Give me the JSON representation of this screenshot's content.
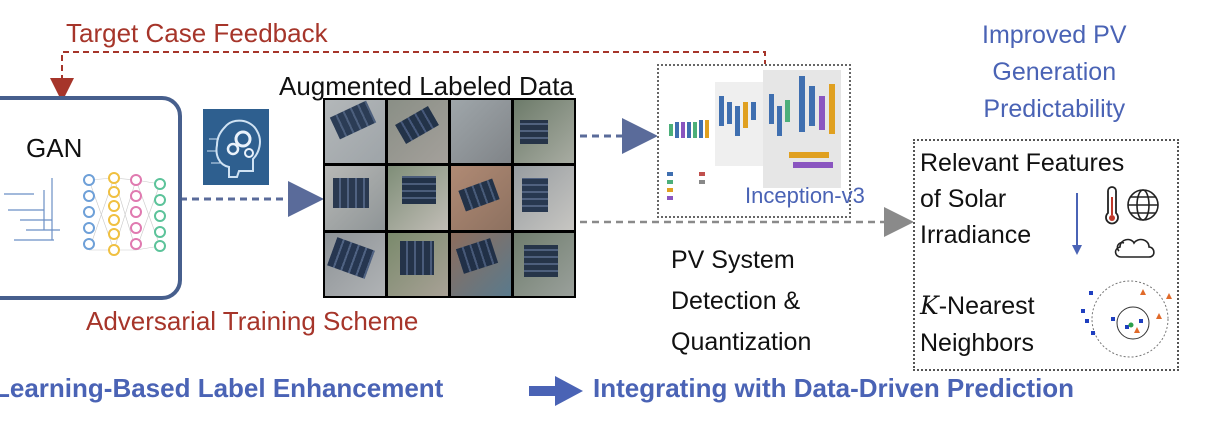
{
  "feedback": {
    "label": "Target Case Feedback"
  },
  "gan": {
    "label": "GAN"
  },
  "augmented": {
    "title": "Augmented Labeled Data"
  },
  "inception": {
    "label": "Inception-v3"
  },
  "improved": {
    "lines": [
      "Improved PV",
      "Generation",
      "Predictability"
    ]
  },
  "features": {
    "relevant_lines": [
      "Relevant Features",
      "of Solar",
      "Irradiance"
    ],
    "knn_symbol": "K",
    "knn_line1": "-Nearest",
    "knn_line2": "Neighbors"
  },
  "pv_detect": {
    "lines": [
      "PV System",
      "Detection &",
      "Quantization"
    ]
  },
  "adversarial": {
    "label": "Adversarial Training Scheme"
  },
  "bottom": {
    "left": "Learning-Based Label Enhancement",
    "right": "Integrating with Data-Driven Prediction"
  },
  "colors": {
    "red": "#a6352a",
    "blue": "#4a63b5",
    "gan_border": "#475f8d",
    "arrow": "#5a6b9a",
    "gray_arrow": "#8a8a8a"
  },
  "icons": [
    "brain-gears-icon",
    "thermometer-icon",
    "globe-icon",
    "cloud-icon",
    "down-arrow-icon"
  ]
}
